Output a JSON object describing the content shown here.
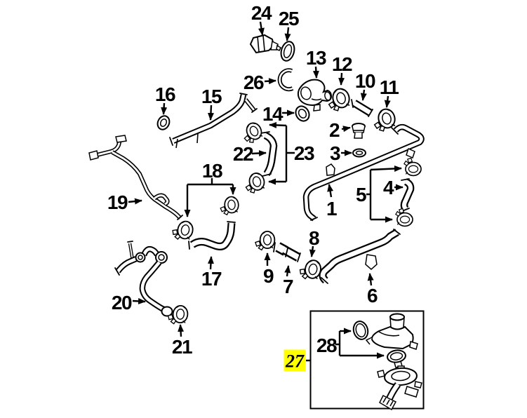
{
  "diagram": {
    "type": "parts-diagram",
    "background_color": "#ffffff",
    "line_color": "#000000",
    "highlight_color": "#ffff00",
    "highlighted_part": "27"
  },
  "labels": {
    "n1": "1",
    "n2": "2",
    "n3": "3",
    "n4": "4",
    "n5": "5",
    "n6": "6",
    "n7": "7",
    "n8": "8",
    "n9": "9",
    "n10": "10",
    "n11": "11",
    "n12": "12",
    "n13": "13",
    "n14": "14",
    "n15": "15",
    "n16": "16",
    "n17": "17",
    "n18": "18",
    "n19": "19",
    "n20": "20",
    "n21": "21",
    "n22": "22",
    "n23": "23",
    "n24": "24",
    "n25": "25",
    "n26": "26",
    "n27": "27",
    "n28": "28"
  }
}
